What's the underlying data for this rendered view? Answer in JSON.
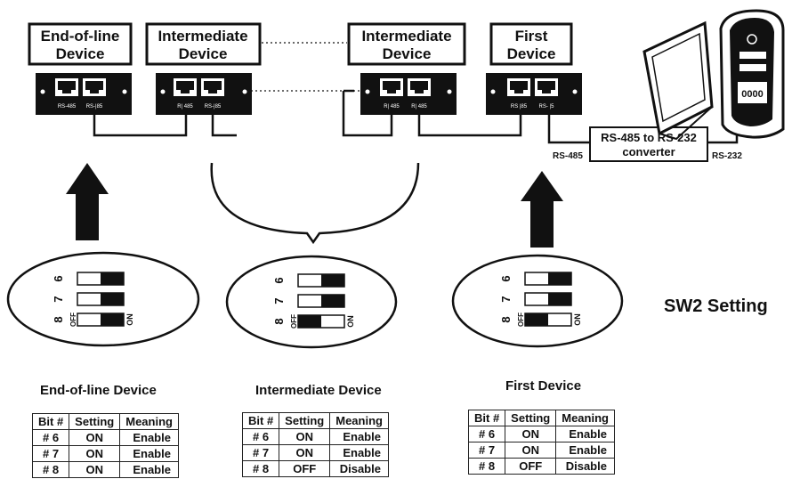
{
  "devices": {
    "end_of_line": {
      "line1": "End-of-line",
      "line2": "Device",
      "port1": "RS-485",
      "port2": "RS-|85"
    },
    "intermediate_left": {
      "line1": "Intermediate",
      "line2": "Device",
      "port1": "R| 485",
      "port2": "RS-|85"
    },
    "intermediate_right": {
      "line1": "Intermediate",
      "line2": "Device",
      "port1": "R| 485",
      "port2": "R| 485"
    },
    "first": {
      "line1": "First",
      "line2": "Device",
      "port1": "RS |85",
      "port2": "RS- |5"
    }
  },
  "computer": {
    "display": "0000"
  },
  "converter": {
    "line1": "RS-485 to RS-232",
    "line2": "converter",
    "left_label": "RS-485",
    "right_label": "RS-232"
  },
  "switches": {
    "label_6": "6",
    "label_7": "7",
    "label_8": "8",
    "off": "OFF",
    "on": "ON"
  },
  "sw2_title": "SW2 Setting",
  "tables": [
    {
      "caption": "End-of-line Device",
      "headers": [
        "Bit #",
        "Setting",
        "Meaning"
      ],
      "rows": [
        [
          "# 6",
          "ON",
          "Enable"
        ],
        [
          "# 7",
          "ON",
          "Enable"
        ],
        [
          "# 8",
          "ON",
          "Enable"
        ]
      ]
    },
    {
      "caption": "Intermediate Device",
      "headers": [
        "Bit #",
        "Setting",
        "Meaning"
      ],
      "rows": [
        [
          "# 6",
          "ON",
          "Enable"
        ],
        [
          "# 7",
          "ON",
          "Enable"
        ],
        [
          "# 8",
          "OFF",
          "Disable"
        ]
      ]
    },
    {
      "caption": "First Device",
      "headers": [
        "Bit #",
        "Setting",
        "Meaning"
      ],
      "rows": [
        [
          "# 6",
          "ON",
          "Enable"
        ],
        [
          "# 7",
          "ON",
          "Enable"
        ],
        [
          "# 8",
          "OFF",
          "Disable"
        ]
      ]
    }
  ]
}
